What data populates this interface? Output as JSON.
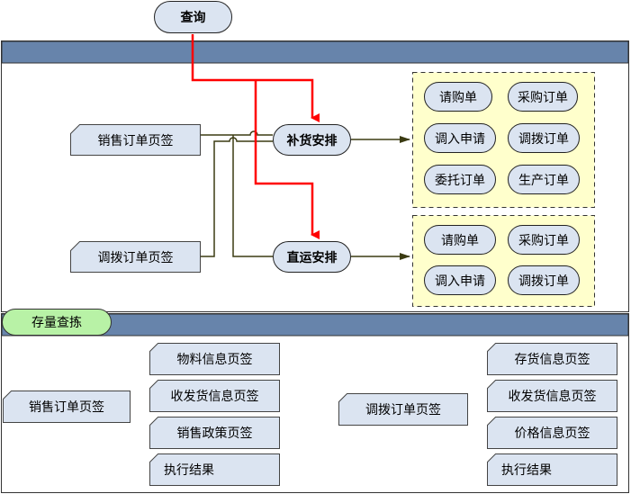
{
  "query": "查询",
  "top_section": {
    "left_tabs": [
      "销售订单页签",
      "调拨订单页签"
    ],
    "actions": {
      "replenish": "补货安排",
      "direct": "直运安排"
    },
    "replenish_docs": [
      "请购单",
      "采购订单",
      "调入申请",
      "调拨订单",
      "委托订单",
      "生产订单"
    ],
    "direct_docs": [
      "请购单",
      "采购订单",
      "调入申请",
      "调拨订单"
    ]
  },
  "bottom_section": {
    "tab_label": "存量查拣",
    "left_tab": "销售订单页签",
    "left_group": [
      "物料信息页签",
      "收发货信息页签",
      "销售政策页签",
      "执行结果"
    ],
    "right_tab": "调拨订单页签",
    "right_group": [
      "存货信息页签",
      "收发货信息页签",
      "价格信息页签",
      "执行结果"
    ]
  },
  "colors": {
    "header_bar": "#6784ab",
    "panel_fill": "#dbe4f1",
    "dashed_box_fill": "#ffffcc",
    "red_arrow": "#ff0000",
    "dark_line": "#3b3b12",
    "tab_green": "#b8f2a6"
  }
}
